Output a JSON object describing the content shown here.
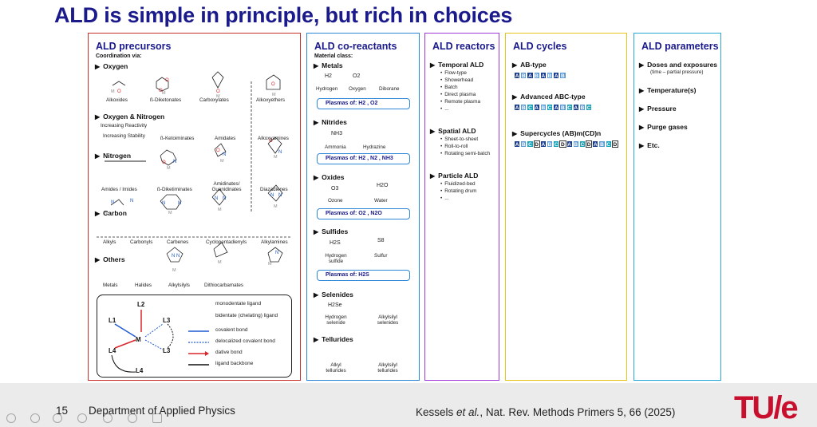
{
  "title": "ALD is simple in principle, but rich in choices",
  "precursors": {
    "heading": "ALD precursors",
    "coord": "Coordination via:",
    "sections": [
      "Oxygen",
      "Oxygen & Nitrogen",
      "Nitrogen",
      "Carbon",
      "Others"
    ],
    "oxygen": [
      "Alkoxides",
      "ß-Diketonates",
      "Carboxylates",
      "Alkoxyethers"
    ],
    "on": [
      "ß-Ketoiminates",
      "Amidates",
      "Alkoxyamines"
    ],
    "reactivity": [
      "Increasing Reactivity",
      "Increasing Stability"
    ],
    "nitrogen": [
      "Amides / Imides",
      "ß-Diketiminates",
      "Amidinates/ Guanidinates",
      "Diazadienes"
    ],
    "carbon": [
      "Alkyls",
      "Carbonyls",
      "Carbenes",
      "Cyclopentadienyls",
      "Alkylamines"
    ],
    "others": [
      "Metals",
      "Halides",
      "Alkylsilyls",
      "Dithiocarbamates"
    ],
    "legend": [
      "monodentate ligand",
      "bidentate (chelating) ligand",
      "covalent bond",
      "delocalized covalent bond",
      "dative bond",
      "ligand backbone"
    ]
  },
  "coreactants": {
    "heading": "ALD co-reactants",
    "material": "Material class:",
    "metals": {
      "title": "Metals",
      "formulas": [
        "H2",
        "O2"
      ],
      "names": [
        "Hydrogen",
        "Oxygen",
        "Diborane"
      ],
      "plasma": "Plasmas of: H2 , O2"
    },
    "nitrides": {
      "title": "Nitrides",
      "formulas": [
        "NH3"
      ],
      "names": [
        "Ammonia",
        "Hydrazine"
      ],
      "plasma": "Plasmas of: H2 , N2 , NH3"
    },
    "oxides": {
      "title": "Oxides",
      "formulas": [
        "O3",
        "H2O"
      ],
      "names": [
        "Ozone",
        "Water"
      ],
      "plasma": "Plasmas of: O2 , N2O"
    },
    "sulfides": {
      "title": "Sulfides",
      "formulas": [
        "H2S",
        "S8"
      ],
      "names": [
        "Hydrogen sulfide",
        "Sulfur"
      ],
      "plasma": "Plasmas of: H2S"
    },
    "selenides": {
      "title": "Selenides",
      "formulas": [
        "H2Se"
      ],
      "names": [
        "Hydrogen selenide",
        "Alkylsilyl selenides"
      ]
    },
    "tellurides": {
      "title": "Tellurides",
      "names": [
        "Alkyl tellurides",
        "Alkylsilyl tellurides"
      ]
    }
  },
  "reactors": {
    "heading": "ALD reactors",
    "groups": [
      {
        "title": "Temporal ALD",
        "items": [
          "Flow-type",
          "Showerhead",
          "Batch",
          "Direct plasma",
          "Remote plasma",
          "..."
        ]
      },
      {
        "title": "Spatial ALD",
        "items": [
          "Sheet-to-sheet",
          "Roll-to-roll",
          "Rotating semi-batch"
        ]
      },
      {
        "title": "Particle ALD",
        "items": [
          "Fluidized-bed",
          "Rotating drum",
          "..."
        ]
      }
    ]
  },
  "cycles": {
    "heading": "ALD cycles",
    "items": [
      "AB-type",
      "Advanced ABC-type",
      "Supercycles (AB)m(CD)n"
    ],
    "ab": [
      "A",
      "B",
      "A",
      "B",
      "A",
      "B",
      "A",
      "B"
    ],
    "abc": [
      "A",
      "B",
      "C",
      "A",
      "B",
      "C",
      "A",
      "B",
      "C",
      "A",
      "B",
      "C"
    ],
    "super": [
      "A",
      "B",
      "C",
      "D",
      "A",
      "B",
      "C",
      "D",
      "A",
      "B",
      "C",
      "D",
      "A",
      "B",
      "C",
      "D"
    ]
  },
  "parameters": {
    "heading": "ALD parameters",
    "items": [
      "Doses and exposures",
      "Temperature(s)",
      "Pressure",
      "Purge gases",
      "Etc."
    ],
    "note": "(time – partial pressure)"
  },
  "footer": {
    "page": "15",
    "dept": "Department of Applied Physics",
    "cite_a": "Kessels ",
    "cite_em": "et al.",
    "cite_b": ", Nat. Rev. Methods Primers 5, 66 (2025)",
    "logo": "TU/e"
  },
  "colors": {
    "title": "#1a1a8c",
    "A": "#1a3c8c",
    "B": "#5b9bd5",
    "C": "#17a2b8",
    "D": "#ffffff"
  }
}
